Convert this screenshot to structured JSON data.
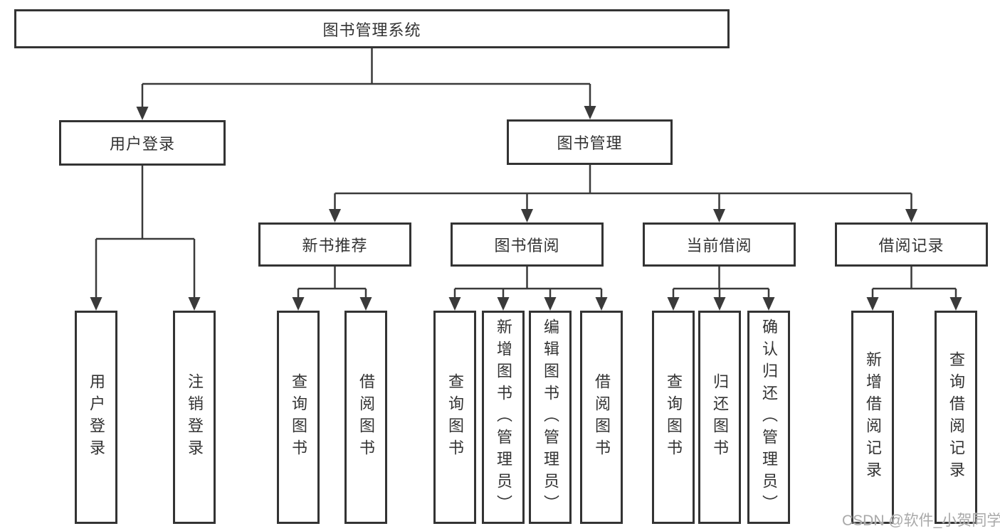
{
  "diagram": {
    "title": "图书管理系统",
    "branches": [
      {
        "label": "用户登录",
        "children": [
          {
            "label": "用户登录"
          },
          {
            "label": "注销登录"
          }
        ]
      },
      {
        "label": "图书管理",
        "children": [
          {
            "label": "新书推荐",
            "children": [
              {
                "label": "查询图书"
              },
              {
                "label": "借阅图书"
              }
            ]
          },
          {
            "label": "图书借阅",
            "children": [
              {
                "label": "查询图书"
              },
              {
                "label": "新增图书（管理员）"
              },
              {
                "label": "编辑图书（管理员）"
              },
              {
                "label": "借阅图书"
              }
            ]
          },
          {
            "label": "当前借阅",
            "children": [
              {
                "label": "查询图书"
              },
              {
                "label": "归还图书"
              },
              {
                "label": "确认归还（管理员）"
              }
            ]
          },
          {
            "label": "借阅记录",
            "children": [
              {
                "label": "新增借阅记录"
              },
              {
                "label": "查询借阅记录"
              }
            ]
          }
        ]
      }
    ]
  },
  "watermark": "CSDN @软件_小贺同学",
  "colors": {
    "line": "#3a3a3a",
    "box_border": "#333333",
    "text": "#333333",
    "background": "#ffffff",
    "watermark": "#a9a9a9"
  }
}
